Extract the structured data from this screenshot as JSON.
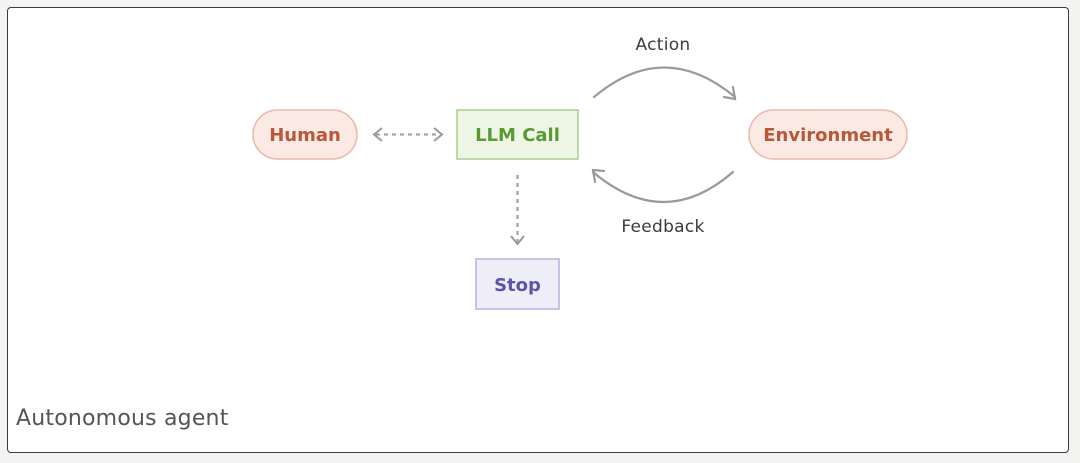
{
  "diagram": {
    "caption": "Autonomous agent",
    "nodes": {
      "human": "Human",
      "llm": "LLM Call",
      "environment": "Environment",
      "stop": "Stop"
    },
    "edges": {
      "action": "Action",
      "feedback": "Feedback"
    },
    "colors": {
      "human_fill": "#fbe9e4",
      "human_stroke": "#e9b9a8",
      "human_text": "#b8573a",
      "llm_fill": "#edf5e4",
      "llm_stroke": "#a8cf8c",
      "llm_text": "#5a9a34",
      "stop_fill": "#eeedf8",
      "stop_stroke": "#b5b1e0",
      "stop_text": "#5b56a8",
      "arrow": "#9a9a9a"
    }
  }
}
